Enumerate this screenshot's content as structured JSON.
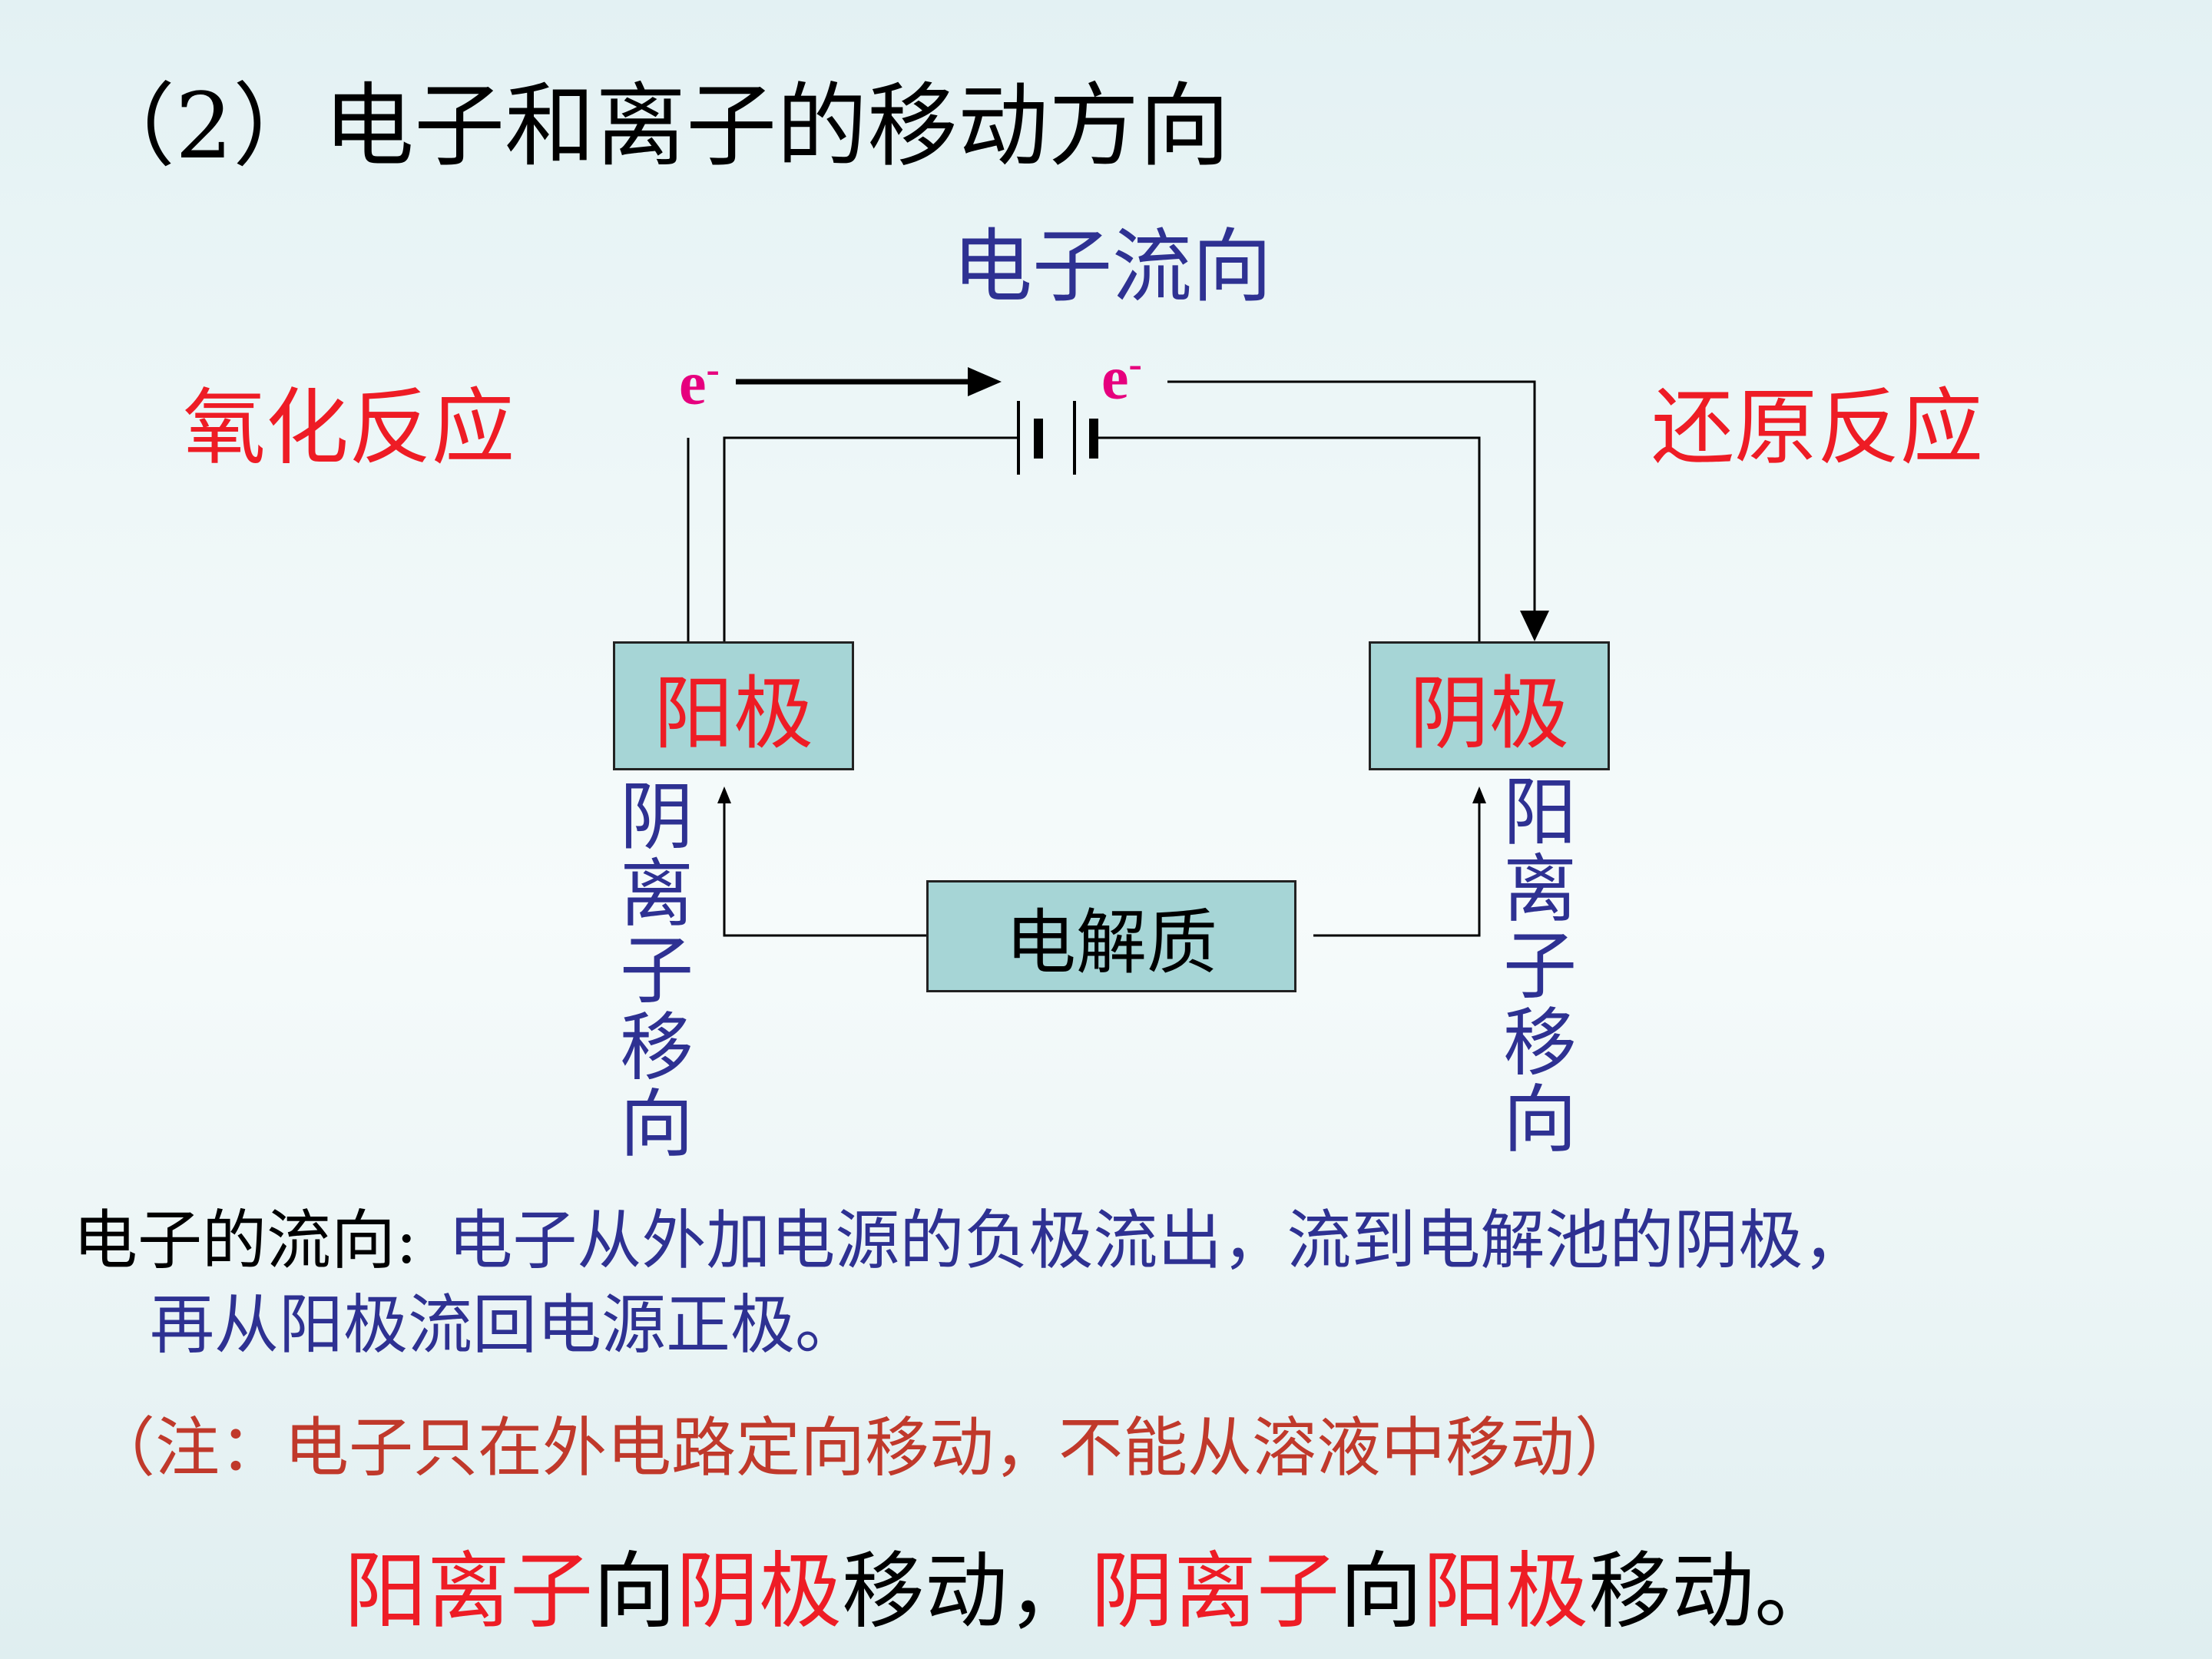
{
  "title": "（2）电子和离子的移动方向",
  "diagram": {
    "electron_flow_label": "电子流向",
    "oxidation_label": "氧化反应",
    "reduction_label": "还原反应",
    "electron_symbol": "e",
    "electron_charge": "-",
    "anode_label": "阳极",
    "cathode_label": "阴极",
    "electrolyte_label": "电解质",
    "anion_move_label": "阴离子移向",
    "cation_move_label": "阳离子移向"
  },
  "text": {
    "electron_flow_key": "电子的流向:",
    "electron_flow_value": "电子从外加电源的负极流出，流到电解池的阴极，",
    "electron_flow_value_cont": "再从阳极流回电源正极。",
    "note": "（注：电子只在外电路定向移动，不能从溶液中移动）",
    "summary": [
      {
        "text": "阳离子",
        "style": "r"
      },
      {
        "text": "向",
        "style": "b"
      },
      {
        "text": "阴极",
        "style": "r"
      },
      {
        "text": "移动，",
        "style": "b"
      },
      {
        "text": "阴离子",
        "style": "r"
      },
      {
        "text": "向",
        "style": "b"
      },
      {
        "text": "阳极",
        "style": "r"
      },
      {
        "text": "移动。",
        "style": "b"
      }
    ]
  },
  "colors": {
    "heading_blue": "#2e3192",
    "red": "#ee1c25",
    "electron_pink": "#e6007e",
    "note_red": "#c0392b",
    "box_fill": "#a6d5d6"
  }
}
